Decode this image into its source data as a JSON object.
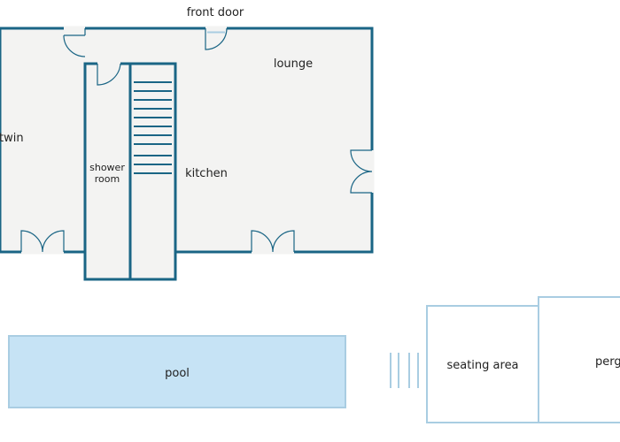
{
  "labels": {
    "front_door": "front door",
    "lounge": "lounge",
    "twin": "twin",
    "shower_room_line1": "shower",
    "shower_room_line2": "room",
    "kitchen": "kitchen",
    "pool": "pool",
    "seating_area": "seating area",
    "pergola": "perg"
  },
  "colors": {
    "wall": "#1a6585",
    "floor": "#f3f3f2",
    "outdoor_outline": "#a9cde2",
    "pool_fill": "#c6e3f5",
    "text": "#222222"
  }
}
